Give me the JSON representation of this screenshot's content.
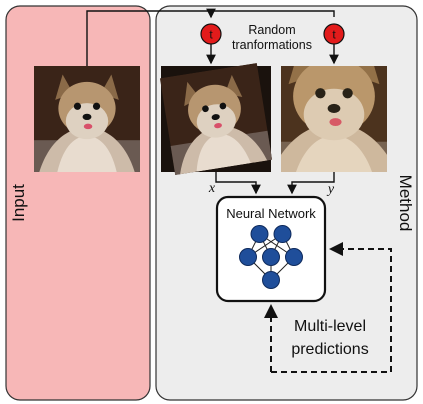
{
  "input_panel": {
    "label": "Input",
    "color": "#F7B7B7"
  },
  "method_panel": {
    "label": "Method",
    "color": "#EDEDED"
  },
  "transform": {
    "node_symbol": "t",
    "node_color": "#E21B1B",
    "label_line1": "Random",
    "label_line2": "tranformations"
  },
  "views": {
    "left_label": "x",
    "right_label": "y"
  },
  "network": {
    "title": "Neural Network",
    "neuron_color": "#1F4E9A",
    "layers": [
      2,
      3,
      1
    ]
  },
  "predictions": {
    "line1": "Multi-level",
    "line2": "predictions"
  },
  "images": {
    "input": "dog-photo",
    "view_x": "dog-photo-rotated",
    "view_y": "dog-photo-cropped"
  }
}
